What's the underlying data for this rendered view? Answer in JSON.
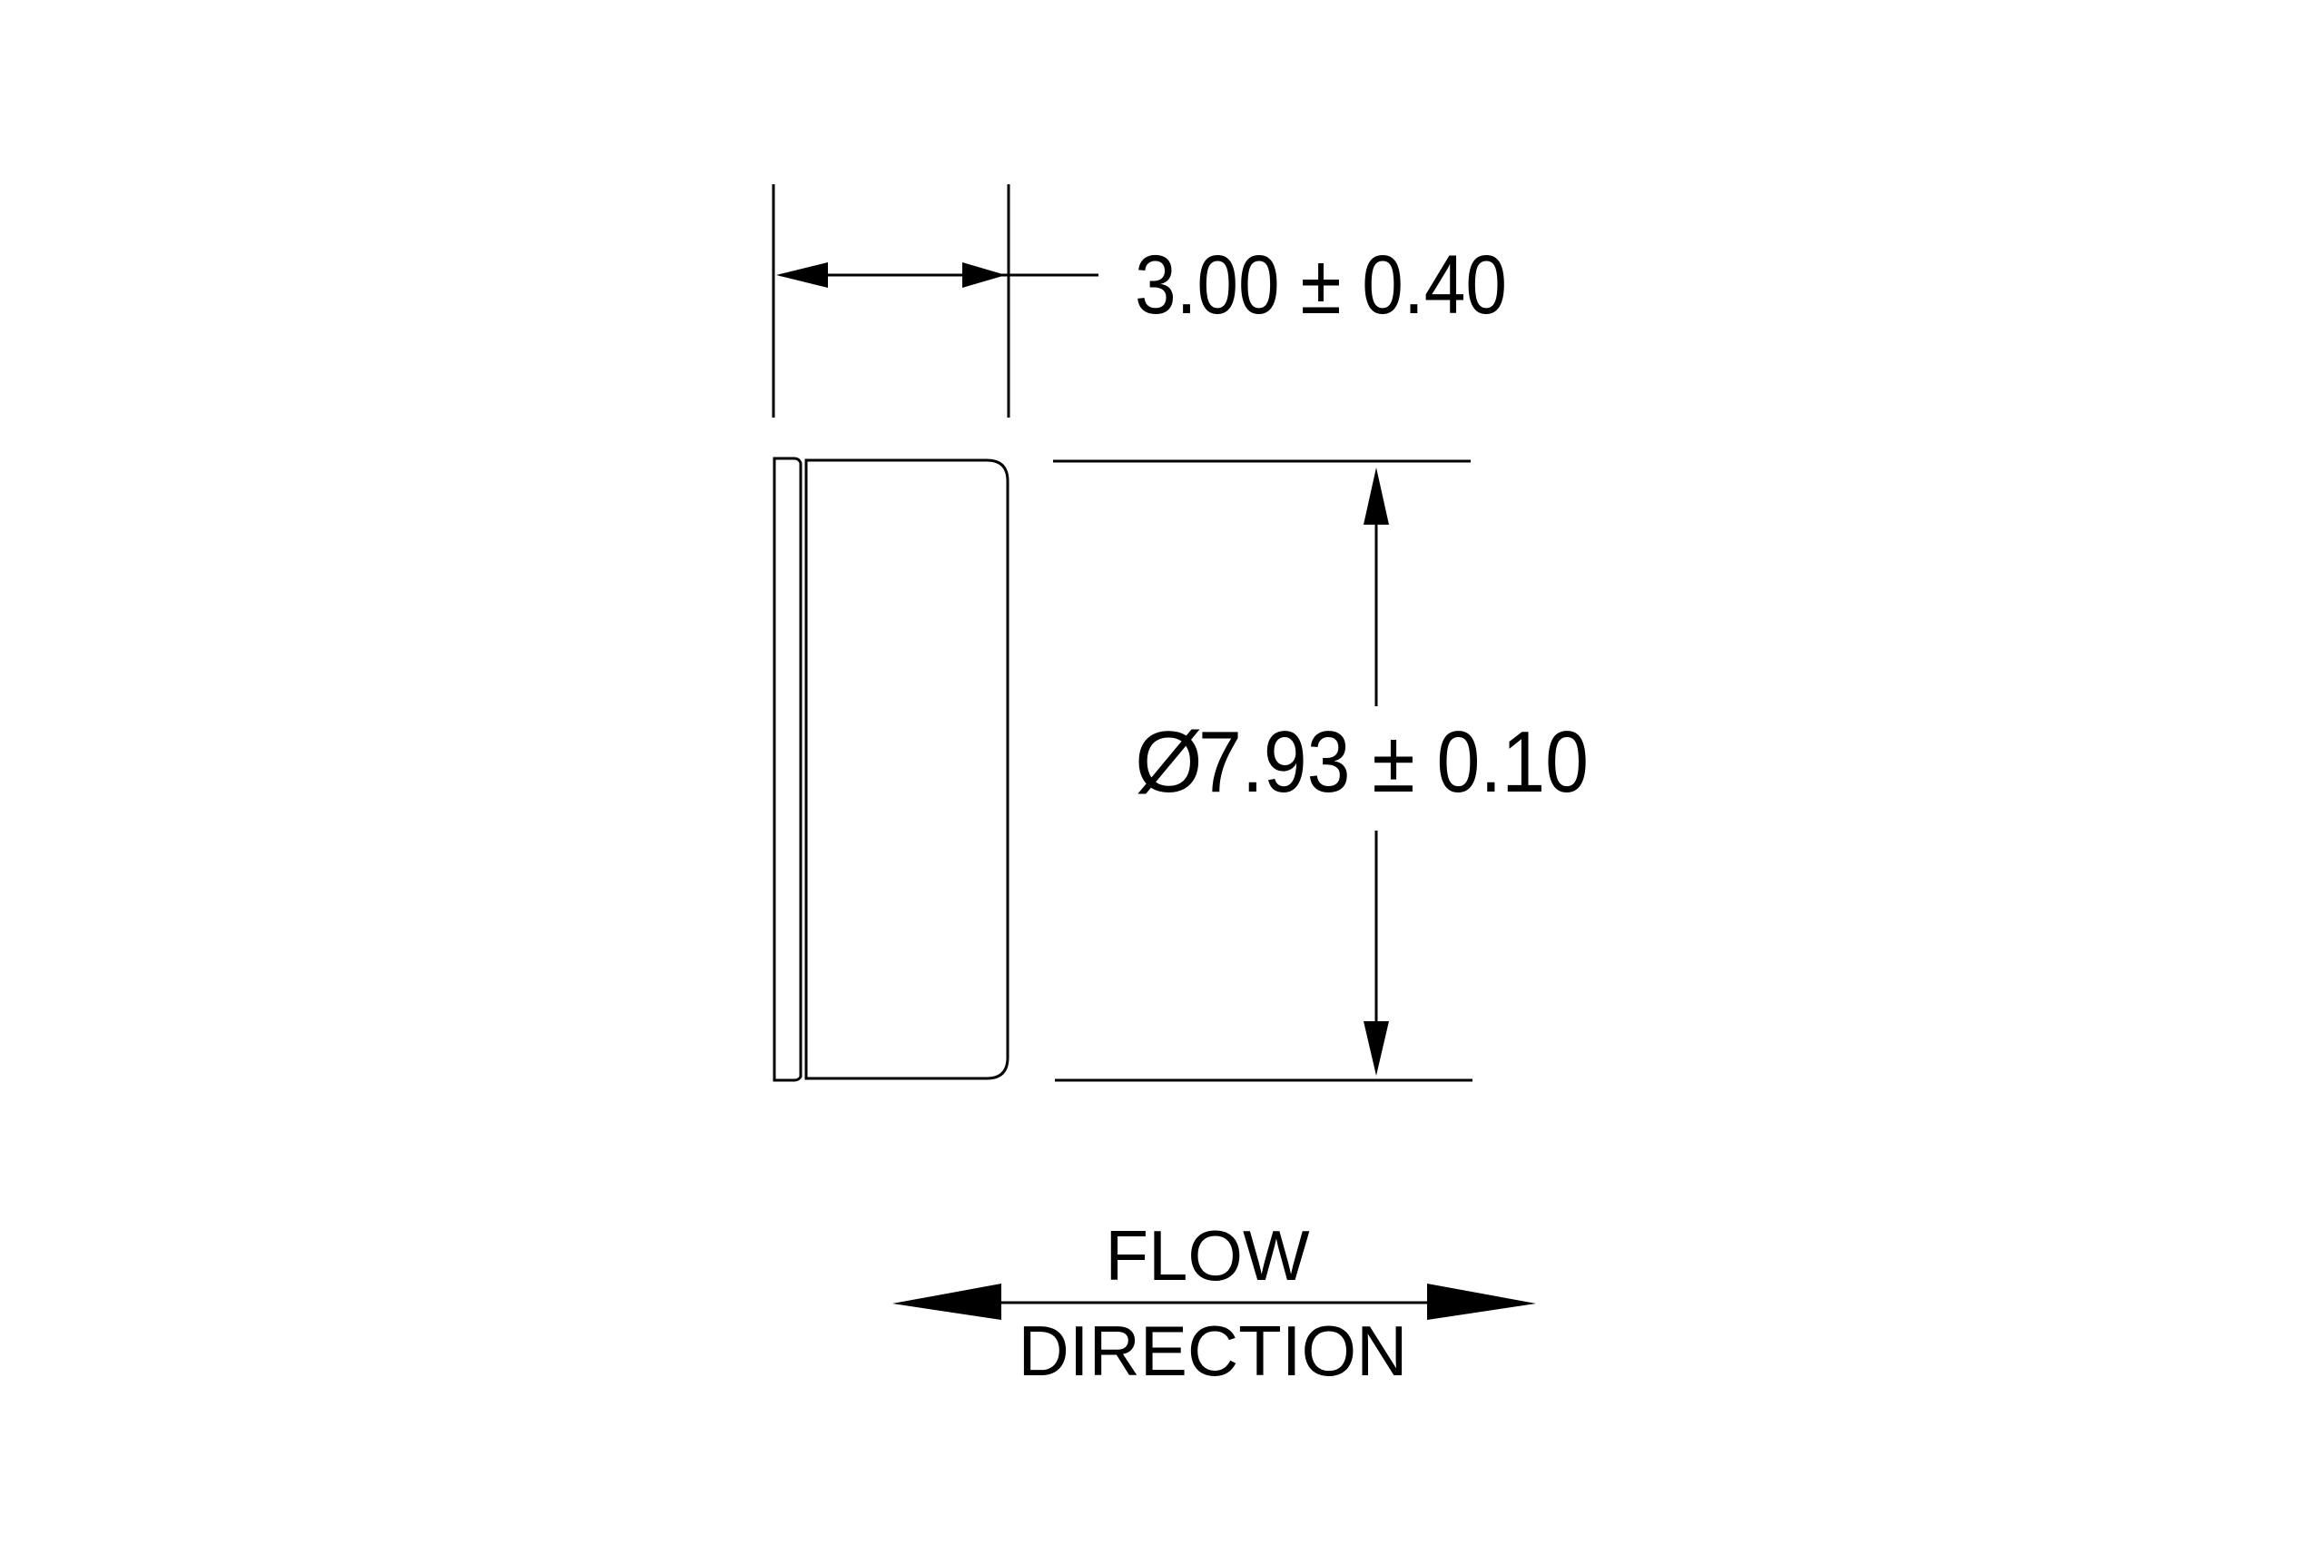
{
  "drawing": {
    "colors": {
      "line": "#000000",
      "background": "#ffffff"
    },
    "dimensions": {
      "length": {
        "value": "3.00",
        "symbol": "±",
        "tolerance": "0.40",
        "label": "3.00 ± 0.40"
      },
      "diameter": {
        "prefix": "Ø",
        "value": "7.93",
        "symbol": "±",
        "tolerance": "0.10",
        "label": "7.93 ± 0.10"
      }
    },
    "flow": {
      "line1": "FLOW",
      "line2": "DIRECTION"
    }
  }
}
